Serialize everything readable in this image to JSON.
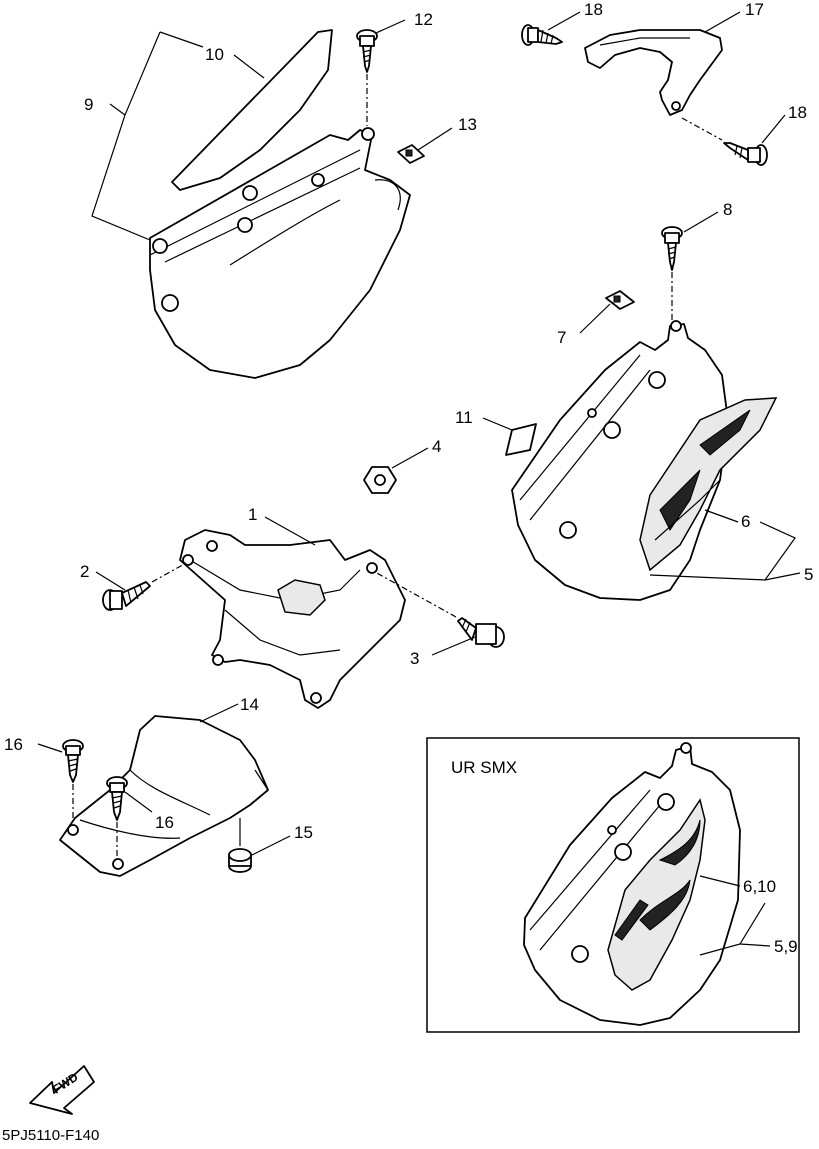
{
  "diagram": {
    "callouts": {
      "c1": "1",
      "c2": "2",
      "c3": "3",
      "c4": "4",
      "c5": "5",
      "c6": "6",
      "c7": "7",
      "c8": "8",
      "c9": "9",
      "c10": "10",
      "c11": "11",
      "c12": "12",
      "c13": "13",
      "c14": "14",
      "c15": "15",
      "c16a": "16",
      "c16b": "16",
      "c17": "17",
      "c18a": "18",
      "c18b": "18",
      "inset_610": "6,10",
      "inset_59": "5,9"
    },
    "inset_title": "UR SMX",
    "fwd_label": "FWD",
    "diagram_code": "5PJ5110-F140"
  }
}
